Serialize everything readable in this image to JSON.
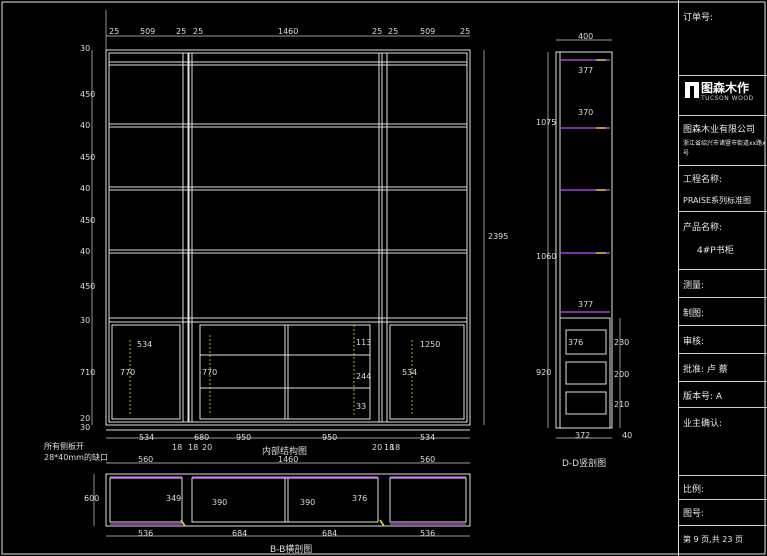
{
  "title_block": {
    "order_no": "订单号:",
    "brand_cn": "图森木作",
    "brand_en": "TUCSON WOOD",
    "company": "图森木业有限公司",
    "address": "浙江省绍兴市诸暨市街道xx路x号",
    "project_label": "工程名称:",
    "project_value": "PRAISE系列标准图",
    "product_label": "产品名称:",
    "product_value": "4#P书柜",
    "survey": "测量:",
    "drafter": "制图:",
    "review": "审核:",
    "approve": "批准: 卢  蔡",
    "version": "版本号:  A",
    "owner_confirm": "业主确认:",
    "scale": "比例:",
    "drawing_no": "图号:",
    "page": "第 9 页,共 23 页"
  },
  "labels": {
    "front_view": "内部结构图",
    "side_view": "D-D竖剖图",
    "plan_view": "B-B横剖图",
    "note_line1": "所有侧板开",
    "note_line2": "28*40mm的缺口"
  },
  "dims": {
    "top_row": [
      "25",
      "509",
      "25",
      "25",
      "1460",
      "25",
      "25",
      "509",
      "25"
    ],
    "left_col": [
      "30",
      "450",
      "40",
      "450",
      "40",
      "450",
      "40",
      "450",
      "30",
      "710",
      "20",
      "30"
    ],
    "total_height": "2395",
    "bottom_row": [
      "534",
      "18",
      "680",
      "950",
      "950",
      "18",
      "534"
    ],
    "sub_bottom": [
      "18",
      "20",
      "20",
      "18"
    ],
    "lower_inner": [
      "534",
      "770",
      "770",
      "534",
      "1250",
      "113",
      "244",
      "33"
    ],
    "side_top": "400",
    "side_inner": [
      "377",
      "370",
      "377"
    ],
    "side_height": [
      "1075",
      "1060",
      "920"
    ],
    "side_lower": [
      "376",
      "230",
      "200",
      "210",
      "372",
      "40"
    ],
    "plan_top": [
      "560",
      "1460",
      "560"
    ],
    "plan_side": [
      "600",
      "349",
      "390",
      "390",
      "376"
    ],
    "plan_bottom": [
      "536",
      "684",
      "684",
      "536"
    ]
  }
}
